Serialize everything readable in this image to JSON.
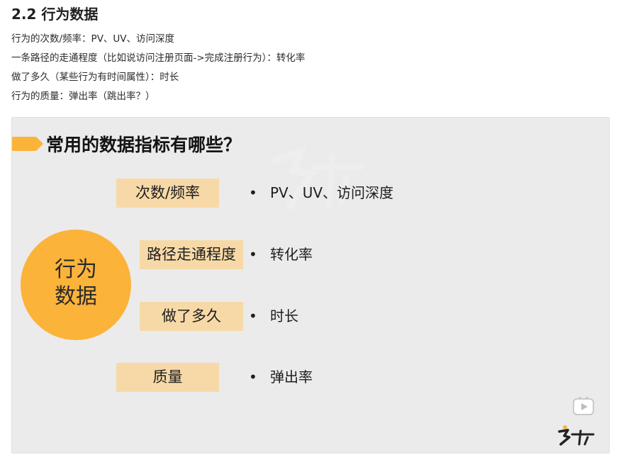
{
  "section": {
    "heading": "2.2 行为数据",
    "lines": [
      "行为的次数/频率：PV、UV、访问深度",
      "一条路径的走通程度（比如说访问注册页面->完成注册行为）：转化率",
      "做了多久（某些行为有时间属性）：时长",
      "行为的质量：弹出率（跳出率？）"
    ]
  },
  "slide": {
    "title": "常用的数据指标有哪些？",
    "circle": {
      "line1": "行为",
      "line2": "数据"
    },
    "rows": [
      {
        "label": "次数/频率",
        "bullet": "PV、UV、访问深度"
      },
      {
        "label": "路径走通程度",
        "bullet": "转化率"
      },
      {
        "label": "做了多久",
        "bullet": "时长"
      },
      {
        "label": "质量",
        "bullet": "弹出率"
      }
    ],
    "bullet_symbol": "•",
    "colors": {
      "accent": "#fbb33a",
      "label_bg": "#f7d9a8",
      "slide_bg": "#ebebeb"
    },
    "icons": {
      "play": "play-icon",
      "logo": "3jieke-logo"
    }
  }
}
